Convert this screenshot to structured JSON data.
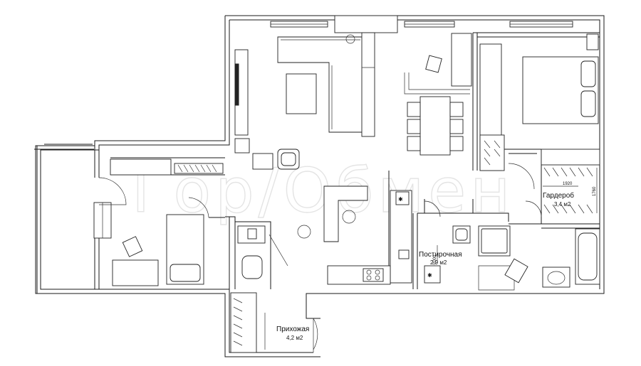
{
  "watermark": "Гор/Обмен",
  "rooms": {
    "wardrobe": {
      "name": "Гардероб",
      "area": "3,4 м2",
      "dim_width": "1920",
      "dim_height": "1760"
    },
    "laundry": {
      "name": "Постирочная",
      "area": "2,9 м2",
      "dim_height": "2000"
    },
    "hallway": {
      "name": "Прихожая",
      "area": "4,2 м2"
    }
  }
}
